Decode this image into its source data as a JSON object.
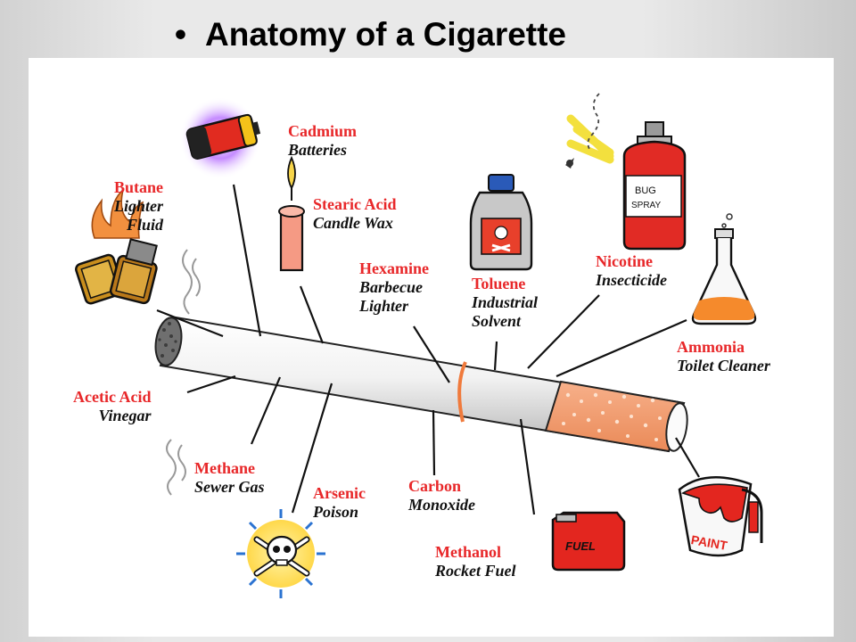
{
  "slide": {
    "bullet": "•",
    "title": "Anatomy of a Cigarette"
  },
  "colors": {
    "chemical_label": "#e8282a",
    "use_label": "#111111",
    "filter": "#f29a6b",
    "band": "#f07a3c"
  },
  "labels": {
    "cadmium": {
      "chemical": "Cadmium",
      "use": "Batteries"
    },
    "stearic": {
      "chemical": "Stearic Acid",
      "use": "Candle Wax"
    },
    "butane": {
      "chemical": "Butane",
      "use": "Lighter",
      "use2": "Fluid"
    },
    "hexamine": {
      "chemical": "Hexamine",
      "use": "Barbecue",
      "use2": "Lighter"
    },
    "toluene": {
      "chemical": "Toluene",
      "use": "Industrial",
      "use2": "Solvent"
    },
    "nicotine": {
      "chemical": "Nicotine",
      "use": "Insecticide"
    },
    "ammonia": {
      "chemical": "Ammonia",
      "use": "Toilet Cleaner"
    },
    "acetic": {
      "chemical": "Acetic Acid",
      "use": "Vinegar"
    },
    "methane": {
      "chemical": "Methane",
      "use": "Sewer Gas"
    },
    "arsenic": {
      "chemical": "Arsenic",
      "use": "Poison"
    },
    "carbon": {
      "chemical": "Carbon",
      "use": "Monoxide"
    },
    "methanol": {
      "chemical": "Methanol",
      "use": "Rocket Fuel"
    }
  },
  "icons": {
    "spray_can_text1": "BUG",
    "spray_can_text2": "SPRAY",
    "fuel_can_text": "FUEL",
    "paint_can_text": "PAINT"
  }
}
